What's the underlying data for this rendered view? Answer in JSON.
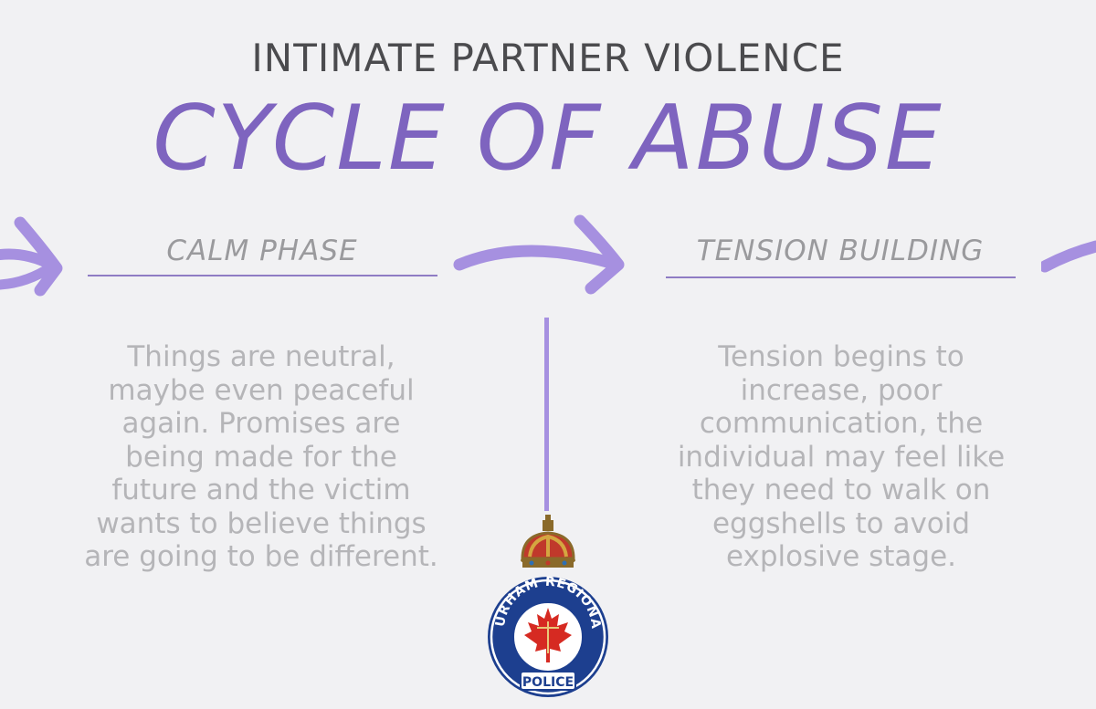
{
  "header": {
    "subtitle": "INTIMATE PARTNER VIOLENCE",
    "title": "CYCLE OF ABUSE"
  },
  "phases": [
    {
      "heading": "CALM PHASE",
      "body": [
        "Things are neutral,",
        "maybe even peaceful",
        "again. Promises are",
        "being made for the",
        "future and the victim",
        "wants to believe things",
        "are going to be different."
      ]
    },
    {
      "heading": "TENSION BUILDING",
      "body": [
        "Tension begins to",
        "increase, poor",
        "communication, the",
        "individual may feel like",
        "they need to walk on",
        "eggshells to avoid",
        "explosive stage."
      ]
    }
  ],
  "logo": {
    "name": "Durham Regional Police crest",
    "text": "DURHAM REGIONAL POLICE"
  },
  "colors": {
    "background": "#f1f1f3",
    "title": "#7e64bf",
    "arrow": "#a690e0",
    "body_text": "#b5b5b8"
  }
}
